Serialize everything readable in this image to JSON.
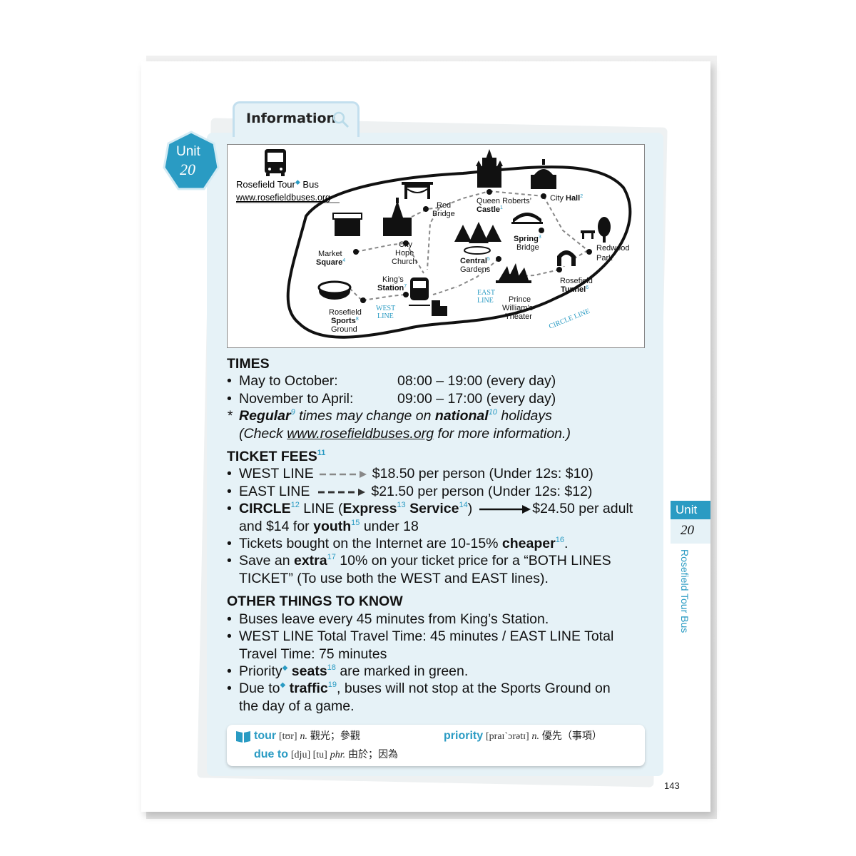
{
  "info_tab": {
    "label": "Information"
  },
  "unit_badge": {
    "word": "Unit",
    "number": "20"
  },
  "map": {
    "title": "Rosefield Tour",
    "title_suffix": "Bus",
    "url": "www.rosefieldbuses.org",
    "west_line_label": [
      "WEST",
      "LINE"
    ],
    "east_line_label": [
      "EAST",
      "LINE"
    ],
    "circle_line_label": "CIRCLE LINE",
    "stops": {
      "red_bridge": [
        "Red",
        "Bridge"
      ],
      "queen_castle": [
        "Queen Roberts’",
        "Castle",
        "1"
      ],
      "city_hall": [
        "City ",
        "Hall",
        "2"
      ],
      "spring_bridge": [
        "Spring",
        "3",
        "Bridge"
      ],
      "redwood_park": [
        "Redwood",
        "Park"
      ],
      "central_gardens": [
        "Central",
        "5",
        "Gardens"
      ],
      "city_hope_church": [
        "City",
        "Hope",
        "Church"
      ],
      "market_square": [
        "Market",
        "Square",
        "4"
      ],
      "kings_station": [
        "King’s",
        "Station",
        "7"
      ],
      "sports_ground": [
        "Rosefield",
        "Sports",
        "8",
        "Ground"
      ],
      "prince_theater": [
        "Prince",
        "William’s",
        "Theater"
      ],
      "rosefield_tunnel": [
        "Rosefield",
        "Tunnel",
        "6"
      ]
    }
  },
  "times": {
    "title": "TIMES",
    "rows": [
      {
        "period": "May to October:",
        "hours": "08:00 – 19:00 (every day)"
      },
      {
        "period": "November to April:",
        "hours": "09:00 – 17:00 (every day)"
      }
    ],
    "note_star": "*",
    "note_regular": "Regular",
    "note_regular_n": "9",
    "note_mid": " times may change on ",
    "note_national": "national",
    "note_national_n": "10",
    "note_end": " holidays",
    "note2_start": "(Check ",
    "note2_url": "www.rosefieldbuses.org",
    "note2_end": " for more information.)"
  },
  "fees": {
    "title": "TICKET FEES",
    "title_n": "11",
    "west_label": "WEST LINE",
    "west_price": "$18.50 per person (Under 12s: $10)",
    "east_label": "EAST LINE",
    "east_price": "$21.50 per person (Under 12s: $12)",
    "circle_word": "CIRCLE",
    "circle_n": "12",
    "circle_line": " LINE (",
    "express": "Express",
    "express_n": "13",
    "service": "Service",
    "service_n": "14",
    "circle_close": ")",
    "circle_price": "$24.50 per adult",
    "circle_line2_start": "and $14 for ",
    "youth": "youth",
    "youth_n": "15",
    "circle_line2_end": " under 18",
    "internet_start": "Tickets bought on the Internet are 10-15% ",
    "cheaper": "cheaper",
    "cheaper_n": "16",
    "internet_end": ".",
    "save_start": "Save an ",
    "extra": "extra",
    "extra_n": "17",
    "save_mid": " 10% on your ticket price for a “BOTH LINES",
    "save_line2": "TICKET” (To use both the WEST and EAST lines)."
  },
  "other": {
    "title": "OTHER THINGS TO KNOW",
    "b1": "Buses leave every 45 minutes from King’s Station.",
    "b2_l1": "WEST LINE Total Travel Time: 45 minutes / EAST LINE Total",
    "b2_l2": "Travel Time: 75 minutes",
    "b3_start": "Priority",
    "seats": "seats",
    "seats_n": "18",
    "b3_end": " are marked in green.",
    "b4_start": "Due to",
    "traffic": "traffic",
    "traffic_n": "19",
    "b4_end": ", buses will not stop at the Sports Ground on",
    "b4_l2": "the day of a game."
  },
  "vocab": [
    {
      "word": "tour",
      "phon": "[tʊr]",
      "pos": "n.",
      "meaning": "觀光；參觀"
    },
    {
      "word": "priority",
      "phon": "[praɪˋɔrətɪ]",
      "pos": "n.",
      "meaning": "優先（事項）"
    },
    {
      "word": "due to",
      "phon": "[dju] [tu]",
      "pos": "phr.",
      "meaning": "由於；因為"
    }
  ],
  "side_tab": {
    "word": "Unit",
    "number": "20",
    "title": "Rosefield Tour Bus"
  },
  "page_number": "143",
  "colors": {
    "accent": "#2a9bc3",
    "panel": "#e6f2f7"
  }
}
